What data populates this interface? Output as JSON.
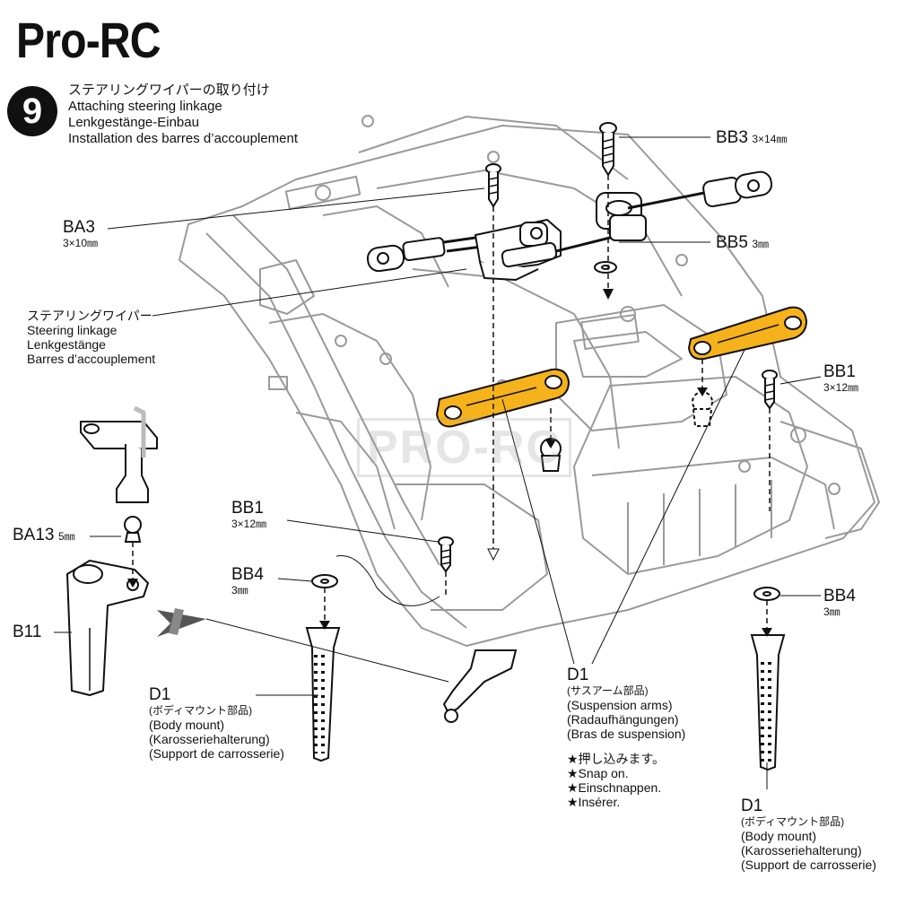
{
  "brand": "Pro-RC",
  "watermark": "PRO-RC",
  "step": {
    "number": "9",
    "title_ja": "ステアリングワイパーの取り付け",
    "title_en": "Attaching steering linkage",
    "title_de": "Lenkgestänge-Einbau",
    "title_fr": "Installation des barres d’accouplement"
  },
  "labels": {
    "bb3": {
      "code": "BB3",
      "size": "3×14㎜"
    },
    "ba3": {
      "code": "BA3",
      "size": "3×10㎜"
    },
    "bb5": {
      "code": "BB5",
      "size": "3㎜"
    },
    "linkage": {
      "ja": "ステアリングワイパー",
      "en": "Steering linkage",
      "de": "Lenkgestänge",
      "fr": "Barres d’accouplement"
    },
    "bb1_right": {
      "code": "BB1",
      "size": "3×12㎜"
    },
    "bb1_left": {
      "code": "BB1",
      "size": "3×12㎜"
    },
    "ba13": {
      "code": "BA13",
      "size": "5㎜"
    },
    "bb4_left": {
      "code": "BB4",
      "size": "3㎜"
    },
    "bb4_right": {
      "code": "BB4",
      "size": "3㎜"
    },
    "b11": {
      "code": "B11"
    },
    "d1_body_left": {
      "code": "D1",
      "ja": "(ボディマウント部品)",
      "en": "(Body mount)",
      "de": "(Karosseriehalterung)",
      "fr": "(Support de carrosserie)"
    },
    "d1_arms": {
      "code": "D1",
      "ja": "(サスアーム部品)",
      "en": "(Suspension arms)",
      "de": "(Radaufhängungen)",
      "fr": "(Bras de suspension)"
    },
    "snap": {
      "ja": "★押し込みます。",
      "en": "★Snap on.",
      "de": "★Einschnappen.",
      "fr": "★Insérer."
    },
    "d1_body_right": {
      "code": "D1",
      "ja": "(ボディマウント部品)",
      "en": "(Body mount)",
      "de": "(Karosseriehalterung)",
      "fr": "(Support de carrosserie)"
    }
  },
  "colors": {
    "highlight": "#f5b21b",
    "line": "#111111",
    "chassis": "#9a9a9a"
  }
}
